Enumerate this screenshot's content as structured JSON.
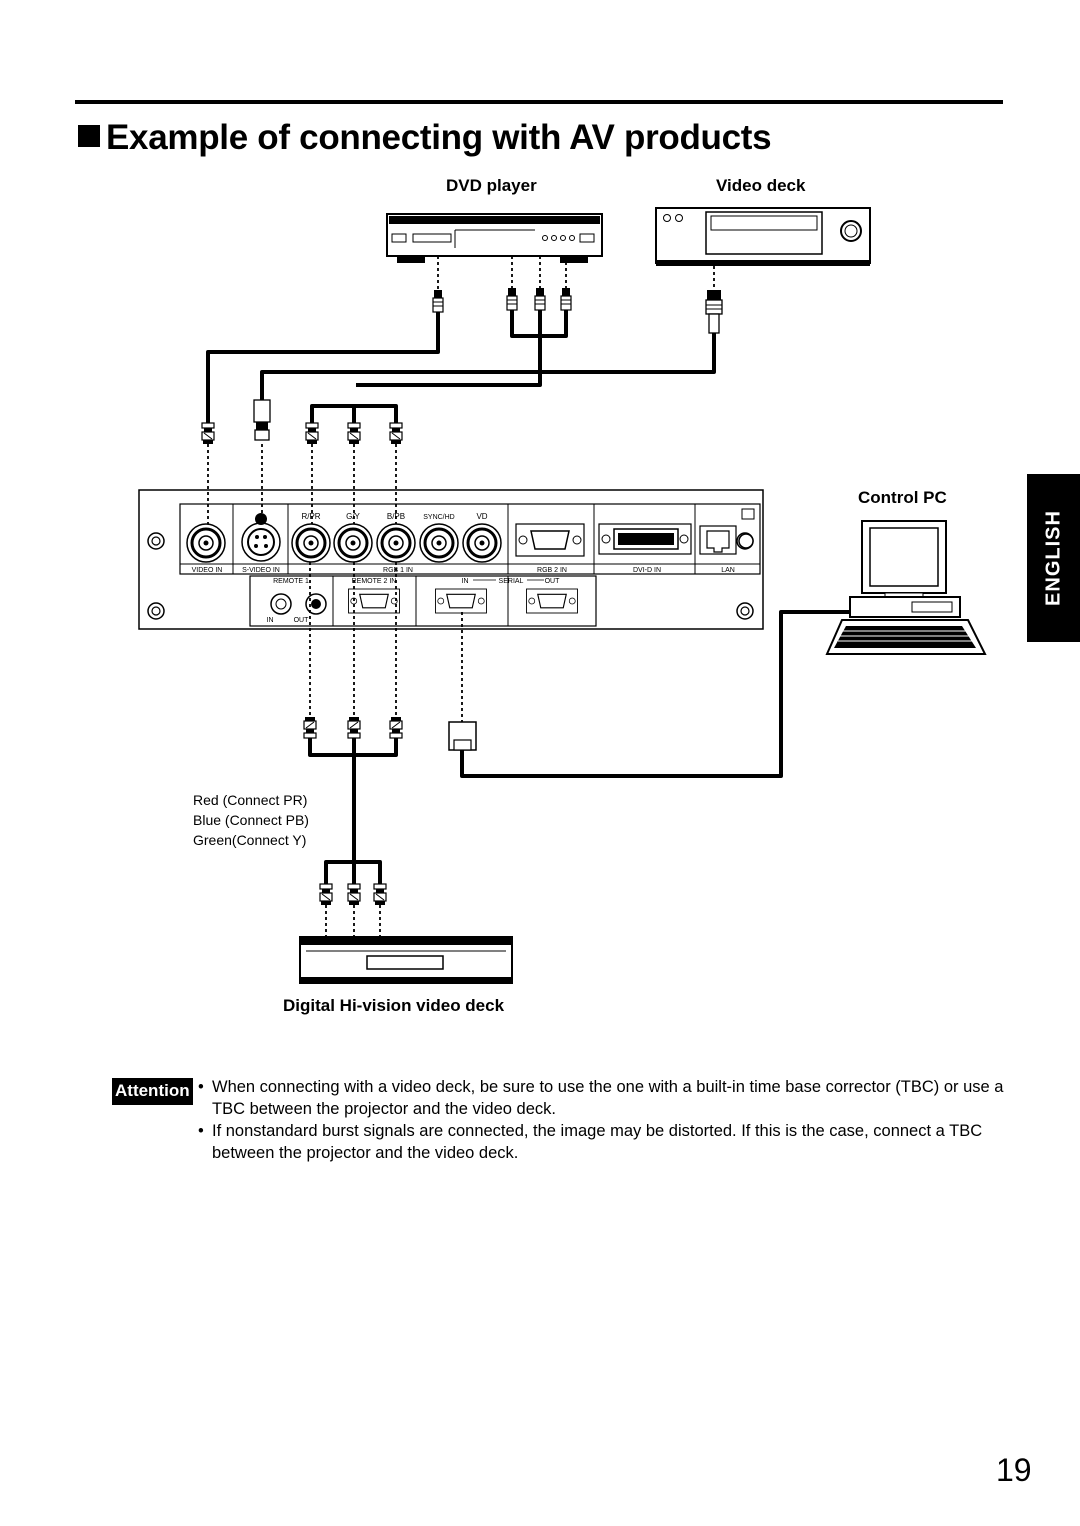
{
  "heading": "Example of connecting with AV products",
  "devices": {
    "dvd_player": "DVD player",
    "video_deck": "Video deck",
    "control_pc": "Control PC",
    "hi_vision_deck": "Digital Hi-vision video deck"
  },
  "side_tab": "ENGLISH",
  "panel_labels": {
    "rpr": "R/PR",
    "gy": "G/Y",
    "bpb": "B/PB",
    "sync_hd": "SYNC/HD",
    "vd": "VD",
    "video_in": "VIDEO IN",
    "svideo_in": "S-VIDEO IN",
    "rgb1_in": "RGB 1 IN",
    "rgb2_in": "RGB 2 IN",
    "dvid_in": "DVI-D IN",
    "lan": "LAN",
    "remote1": "REMOTE 1",
    "remote2_in": "REMOTE 2 IN",
    "serial_in": "IN",
    "serial": "SERIAL",
    "serial_out": "OUT",
    "remote_in": "IN",
    "remote_out": "OUT"
  },
  "cable_legend": [
    "Red (Connect PR)",
    "Blue (Connect PB)",
    "Green(Connect Y)"
  ],
  "attention_label": "Attention",
  "notes": [
    "When connecting with a video deck, be sure to use the one with a built-in time base corrector (TBC) or use a TBC between the projector and the video deck.",
    "If nonstandard burst signals are connected, the image may be distorted. If this is the case, connect a TBC between the projector and the video deck."
  ],
  "page_number": "19"
}
